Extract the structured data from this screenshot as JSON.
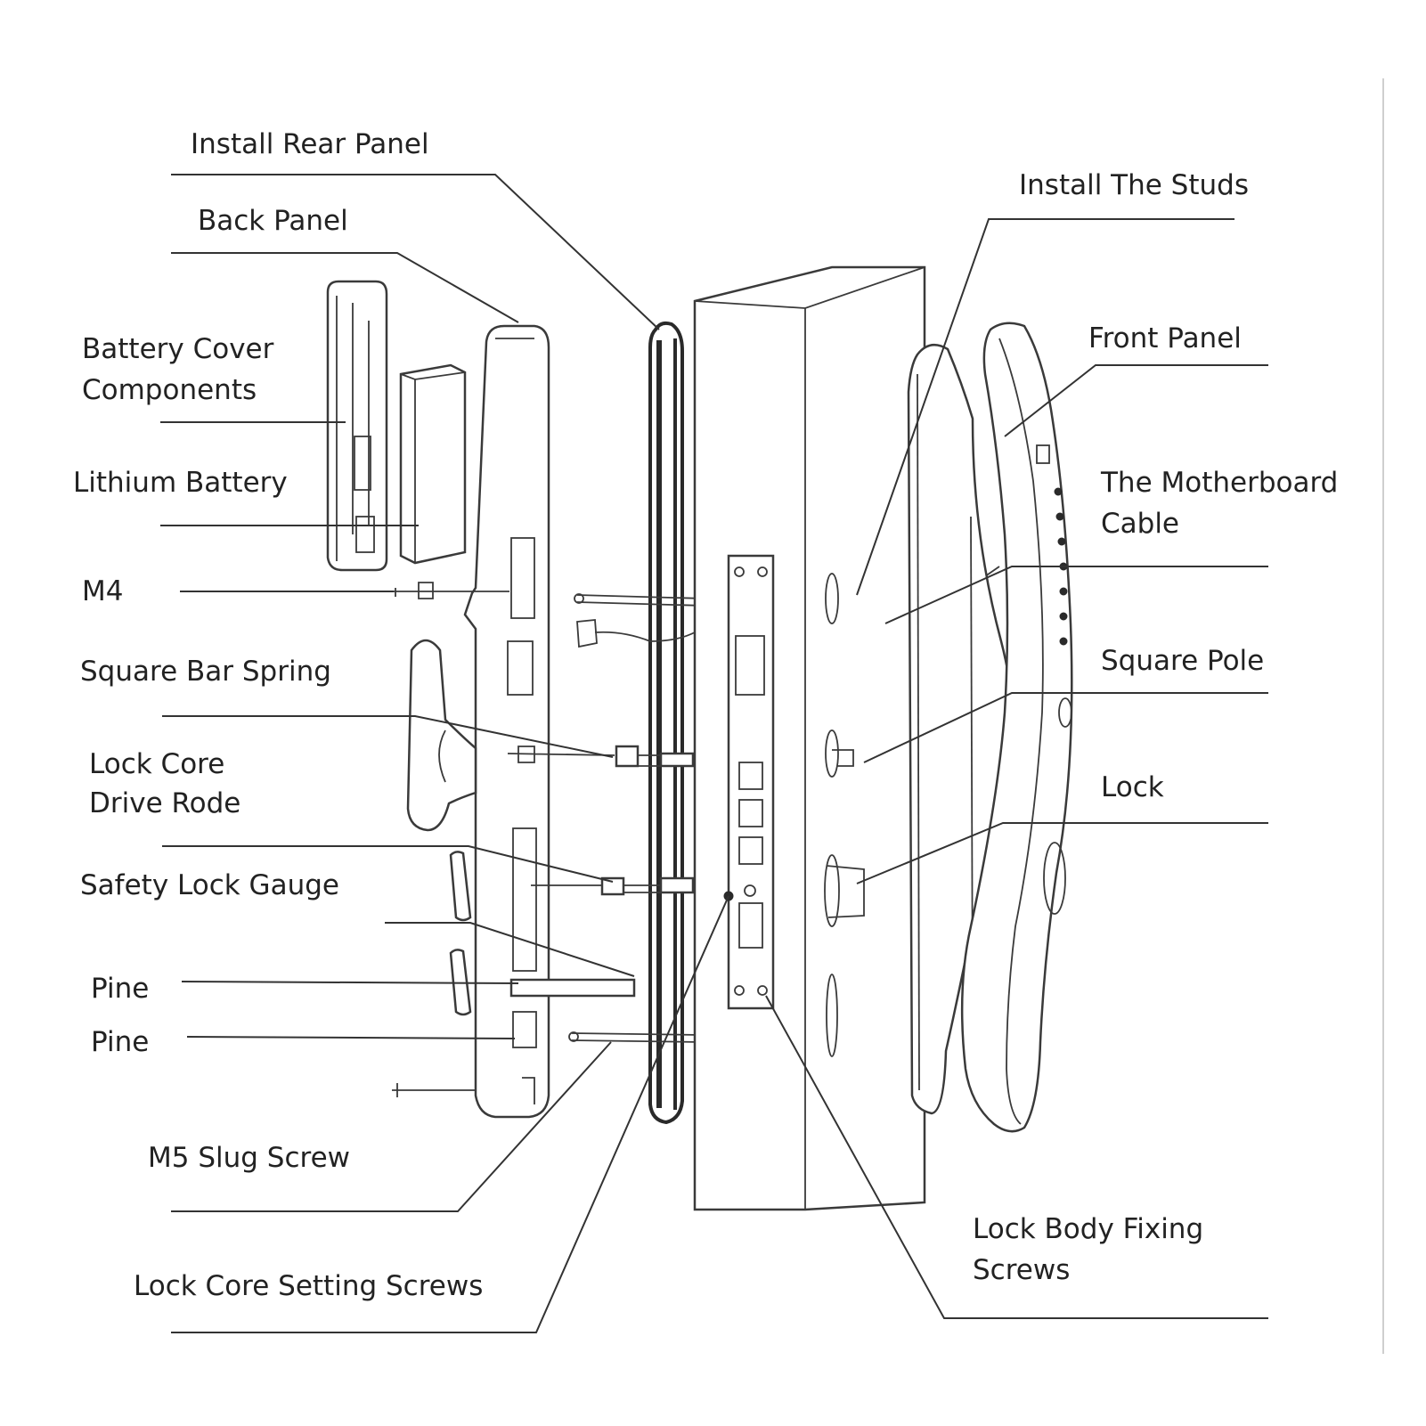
{
  "labels": {
    "install_rear_panel": "Install Rear Panel",
    "back_panel": "Back Panel",
    "battery_cover_line1": "Battery Cover",
    "battery_cover_line2": "Components",
    "lithium_battery": "Lithium Battery",
    "m4": "M4",
    "square_bar_spring": "Square Bar Spring",
    "lock_core_drive_line1": "Lock Core",
    "lock_core_drive_line2": "Drive Rode",
    "safety_lock_gauge": "Safety Lock Gauge",
    "pine_1": "Pine",
    "pine_2": "Pine",
    "m5_slug_screw": "M5 Slug Screw",
    "lock_core_setting_screws": "Lock Core Setting Screws",
    "install_the_studs": "Install The Studs",
    "front_panel": "Front Panel",
    "motherboard_cable_line1": "The  Motherboard",
    "motherboard_cable_line2": "Cable",
    "square_pole": "Square Pole",
    "lock": "Lock",
    "lock_body_fixing_line1": "Lock Body Fixing",
    "lock_body_fixing_line2": "Screws"
  }
}
